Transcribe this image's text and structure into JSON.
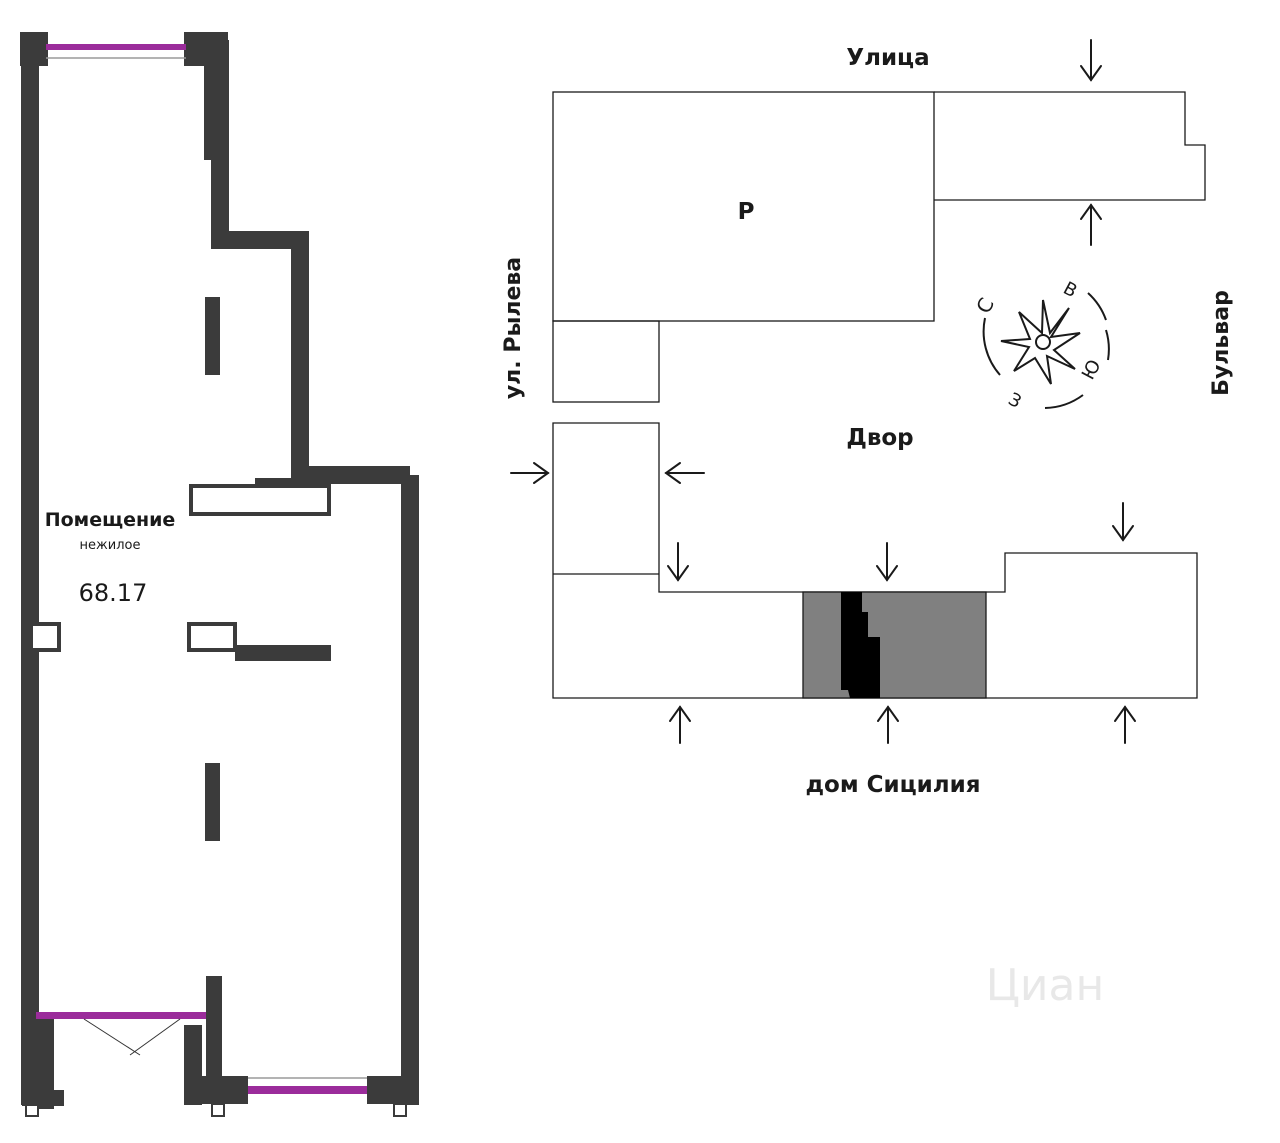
{
  "floor_plan": {
    "room_title": "Помещение",
    "room_subtitle": "нежилое",
    "room_area": "68.17"
  },
  "site_plan": {
    "street_top": "Улица",
    "street_left": "ул. Рылева",
    "street_right": "Бульвар",
    "courtyard": "Двор",
    "building_p": "Р",
    "house_name": "дом Сицилия"
  },
  "compass": {
    "north": "С",
    "east": "В",
    "south": "Ю",
    "west": "З"
  },
  "watermark": "Циан",
  "colors": {
    "wall": "#3b3b3b",
    "window": "#9b2c9b",
    "highlight_block": "#808080",
    "highlight_unit": "#000000"
  }
}
